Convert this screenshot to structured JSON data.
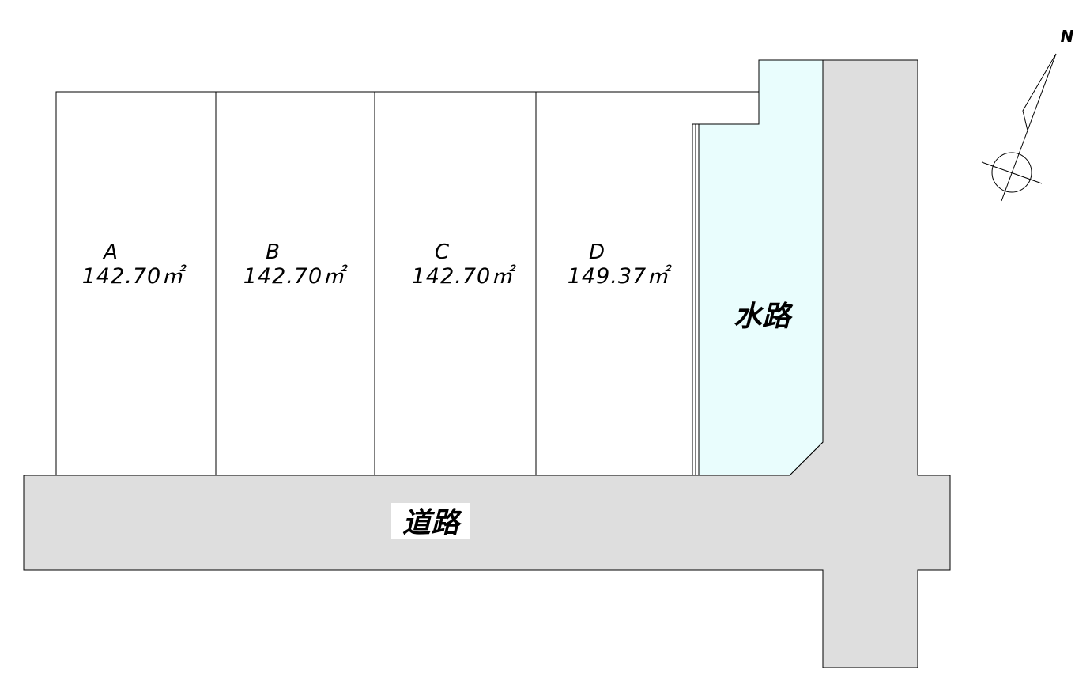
{
  "lots": [
    {
      "letter": "A",
      "area": "142.70㎡"
    },
    {
      "letter": "B",
      "area": "142.70㎡"
    },
    {
      "letter": "C",
      "area": "142.70㎡"
    },
    {
      "letter": "D",
      "area": "149.37㎡"
    }
  ],
  "waterway": {
    "label": "水路"
  },
  "road": {
    "label": "道路"
  },
  "compass": {
    "label": "N"
  },
  "colors": {
    "road_fill": "#dedede",
    "waterway_fill": "#e9fdfd",
    "line": "#000000"
  }
}
